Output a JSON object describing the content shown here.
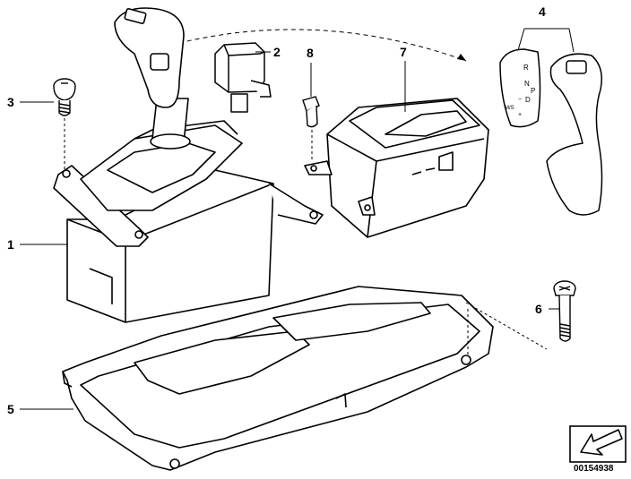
{
  "callouts": [
    {
      "id": "1",
      "label": "1"
    },
    {
      "id": "2",
      "label": "2"
    },
    {
      "id": "3",
      "label": "3"
    },
    {
      "id": "4",
      "label": "4"
    },
    {
      "id": "5",
      "label": "5"
    },
    {
      "id": "6",
      "label": "6"
    },
    {
      "id": "7",
      "label": "7"
    },
    {
      "id": "8",
      "label": "8"
    }
  ],
  "gear_indicator": {
    "r": "R",
    "n": "N",
    "p": "P",
    "d": "D",
    "ms": "M/S",
    "minus": "−",
    "plus": "+"
  },
  "document_number": "00154938",
  "colors": {
    "line": "#000000",
    "fill": "#ffffff",
    "accent": "#333333"
  }
}
